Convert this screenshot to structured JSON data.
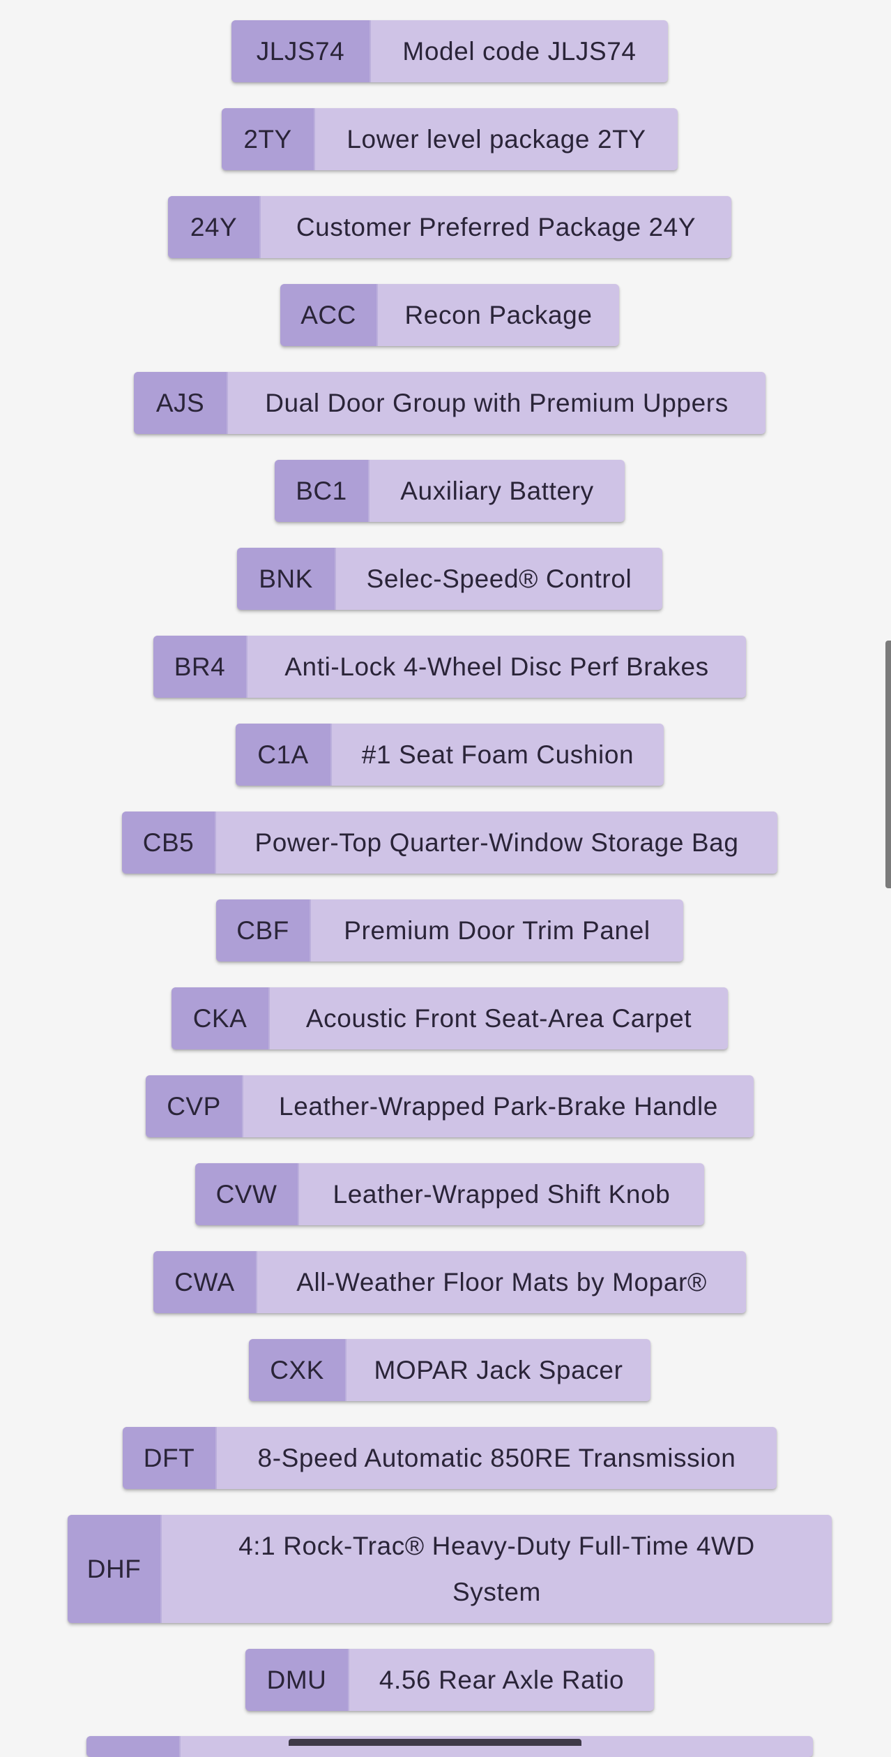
{
  "options": [
    {
      "code": "JLJS74",
      "description": "Model code JLJS74"
    },
    {
      "code": "2TY",
      "description": "Lower level package 2TY"
    },
    {
      "code": "24Y",
      "description": "Customer Preferred Package 24Y"
    },
    {
      "code": "ACC",
      "description": "Recon Package"
    },
    {
      "code": "AJS",
      "description": "Dual Door Group with Premium Uppers"
    },
    {
      "code": "BC1",
      "description": "Auxiliary Battery"
    },
    {
      "code": "BNK",
      "description": "Selec-Speed® Control"
    },
    {
      "code": "BR4",
      "description": "Anti-Lock 4-Wheel Disc Perf Brakes"
    },
    {
      "code": "C1A",
      "description": "#1 Seat Foam Cushion"
    },
    {
      "code": "CB5",
      "description": "Power-Top Quarter-Window Storage Bag"
    },
    {
      "code": "CBF",
      "description": "Premium Door Trim Panel"
    },
    {
      "code": "CKA",
      "description": "Acoustic Front Seat-Area Carpet"
    },
    {
      "code": "CVP",
      "description": "Leather-Wrapped Park-Brake Handle"
    },
    {
      "code": "CVW",
      "description": "Leather-Wrapped Shift Knob"
    },
    {
      "code": "CWA",
      "description": "All-Weather Floor Mats by Mopar®"
    },
    {
      "code": "CXK",
      "description": "MOPAR Jack Spacer"
    },
    {
      "code": "DFT",
      "description": "8-Speed Automatic 850RE Transmission"
    },
    {
      "code": "DHF",
      "description": "4:1 Rock-Trac® Heavy-Duty Full-Time 4WD System"
    },
    {
      "code": "DMU",
      "description": "4.56 Rear Axle Ratio"
    }
  ],
  "colors": {
    "chip_background": "#cfc3e6",
    "code_background": "#ae9fd6",
    "page_background": "#f5f5f5",
    "text": "#2a2438"
  }
}
